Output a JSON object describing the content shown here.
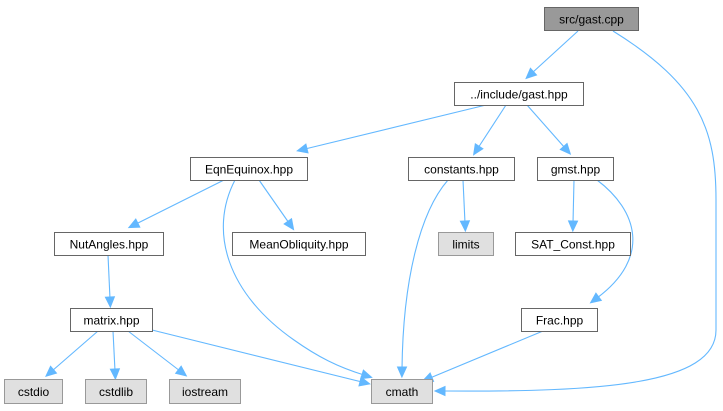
{
  "diagram": {
    "title": "",
    "colors": {
      "root_fill": "#999999",
      "root_border": "#666666",
      "local_fill": "#ffffff",
      "local_border": "#666666",
      "system_fill": "#e0e0e0",
      "system_border": "#999999",
      "edge": "#63b8ff"
    },
    "nodes": [
      {
        "id": "gast_cpp",
        "label": "src/gast.cpp",
        "kind": "root"
      },
      {
        "id": "gast_hpp",
        "label": "../include/gast.hpp",
        "kind": "local"
      },
      {
        "id": "eqnequinox",
        "label": "EqnEquinox.hpp",
        "kind": "local"
      },
      {
        "id": "constants",
        "label": "constants.hpp",
        "kind": "local"
      },
      {
        "id": "gmst",
        "label": "gmst.hpp",
        "kind": "local"
      },
      {
        "id": "nutangles",
        "label": "NutAngles.hpp",
        "kind": "local"
      },
      {
        "id": "meanobliquity",
        "label": "MeanObliquity.hpp",
        "kind": "local"
      },
      {
        "id": "limits",
        "label": "limits",
        "kind": "system"
      },
      {
        "id": "sat_const",
        "label": "SAT_Const.hpp",
        "kind": "local"
      },
      {
        "id": "matrix",
        "label": "matrix.hpp",
        "kind": "local"
      },
      {
        "id": "frac",
        "label": "Frac.hpp",
        "kind": "local"
      },
      {
        "id": "cstdio",
        "label": "cstdio",
        "kind": "system"
      },
      {
        "id": "cstdlib",
        "label": "cstdlib",
        "kind": "system"
      },
      {
        "id": "iostream",
        "label": "iostream",
        "kind": "system"
      },
      {
        "id": "cmath",
        "label": "cmath",
        "kind": "system"
      }
    ],
    "edges": [
      {
        "from": "gast_cpp",
        "to": "gast_hpp"
      },
      {
        "from": "gast_cpp",
        "to": "cmath"
      },
      {
        "from": "gast_hpp",
        "to": "eqnequinox"
      },
      {
        "from": "gast_hpp",
        "to": "constants"
      },
      {
        "from": "gast_hpp",
        "to": "gmst"
      },
      {
        "from": "eqnequinox",
        "to": "nutangles"
      },
      {
        "from": "eqnequinox",
        "to": "meanobliquity"
      },
      {
        "from": "eqnequinox",
        "to": "cmath"
      },
      {
        "from": "constants",
        "to": "limits"
      },
      {
        "from": "constants",
        "to": "cmath"
      },
      {
        "from": "gmst",
        "to": "sat_const"
      },
      {
        "from": "gmst",
        "to": "frac"
      },
      {
        "from": "nutangles",
        "to": "matrix"
      },
      {
        "from": "matrix",
        "to": "cstdio"
      },
      {
        "from": "matrix",
        "to": "cstdlib"
      },
      {
        "from": "matrix",
        "to": "iostream"
      },
      {
        "from": "matrix",
        "to": "cmath"
      },
      {
        "from": "frac",
        "to": "cmath"
      }
    ]
  }
}
